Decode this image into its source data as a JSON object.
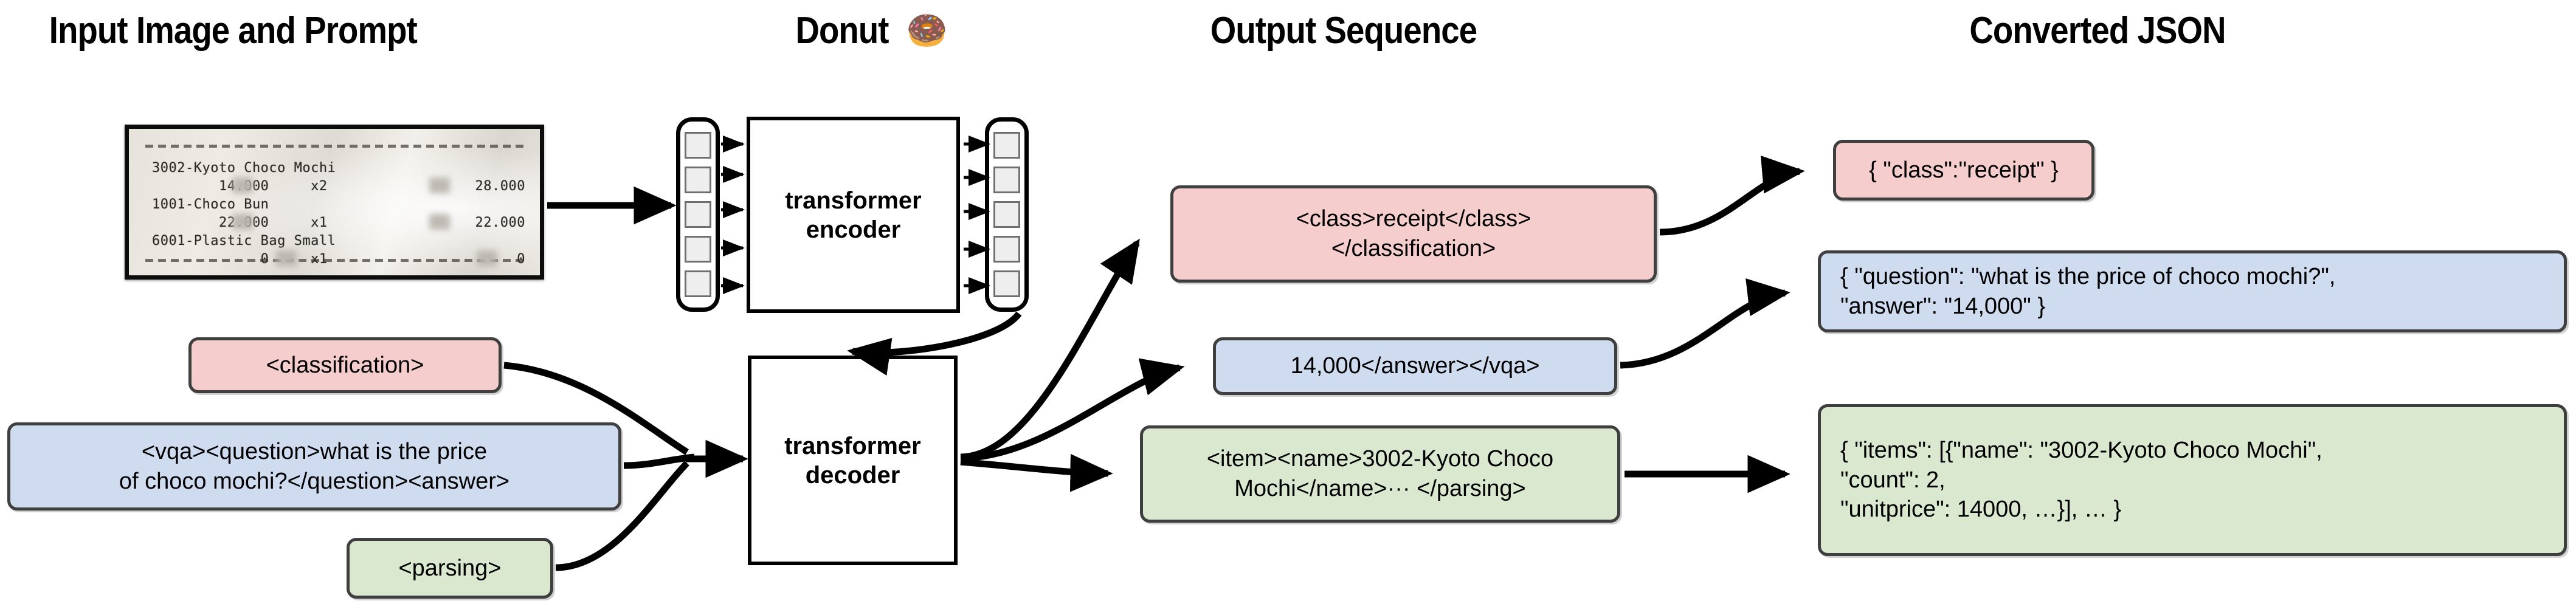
{
  "headings": {
    "input": "Input Image and Prompt",
    "model": "Donut",
    "model_emoji": "🍩",
    "output": "Output Sequence",
    "json": "Converted JSON"
  },
  "receipt": {
    "lines": [
      "3002-Kyoto Choco Mochi",
      "        14.000     x2",
      "1001-Choco Bun",
      "        22.000     x1",
      "6001-Plastic Bag Small",
      "             0     x1"
    ],
    "right_column": [
      "28.000",
      "22.000",
      "0"
    ]
  },
  "model": {
    "encoder_label": "transformer\nencoder",
    "decoder_label": "transformer\ndecoder",
    "encoder_input_tokens": 5,
    "encoder_output_tokens": 5
  },
  "prompts": [
    {
      "id": "classification",
      "color": "#f5cdcd",
      "text": "<classification>"
    },
    {
      "id": "vqa",
      "color": "#cfdcf0",
      "text": "<vqa><question>what is the price\nof choco mochi?</question><answer>"
    },
    {
      "id": "parsing",
      "color": "#d9e8cf",
      "text": "<parsing>"
    }
  ],
  "outputs": [
    {
      "id": "classification",
      "color": "#f5cdcd",
      "text": "<class>receipt</class>\n</classification>"
    },
    {
      "id": "vqa",
      "color": "#cfdcf0",
      "text": "14,000</answer></vqa>"
    },
    {
      "id": "parsing",
      "color": "#d9e8cf",
      "text": "<item><name>3002-Kyoto Choco\nMochi</name>··· </parsing>"
    }
  ],
  "converted": [
    {
      "id": "classification",
      "color": "#f5cdcd",
      "text": "{ \"class\":\"receipt\" }"
    },
    {
      "id": "vqa",
      "color": "#cfdcf0",
      "text": "{ \"question\": \"what is the price of choco mochi?\",\n   \"answer\": \"14,000\" }"
    },
    {
      "id": "parsing",
      "color": "#d9e8cf",
      "text": "{ \"items\": [{\"name\": \"3002-Kyoto Choco Mochi\",\n      \"count\": 2,\n      \"unitprice\": 14000, …}], … }"
    }
  ],
  "colors": {
    "pink": "#f5cdcd",
    "blue": "#cfdcf0",
    "green": "#d9e8cf",
    "stroke": "#3f3f3f",
    "ink": "#000000"
  }
}
